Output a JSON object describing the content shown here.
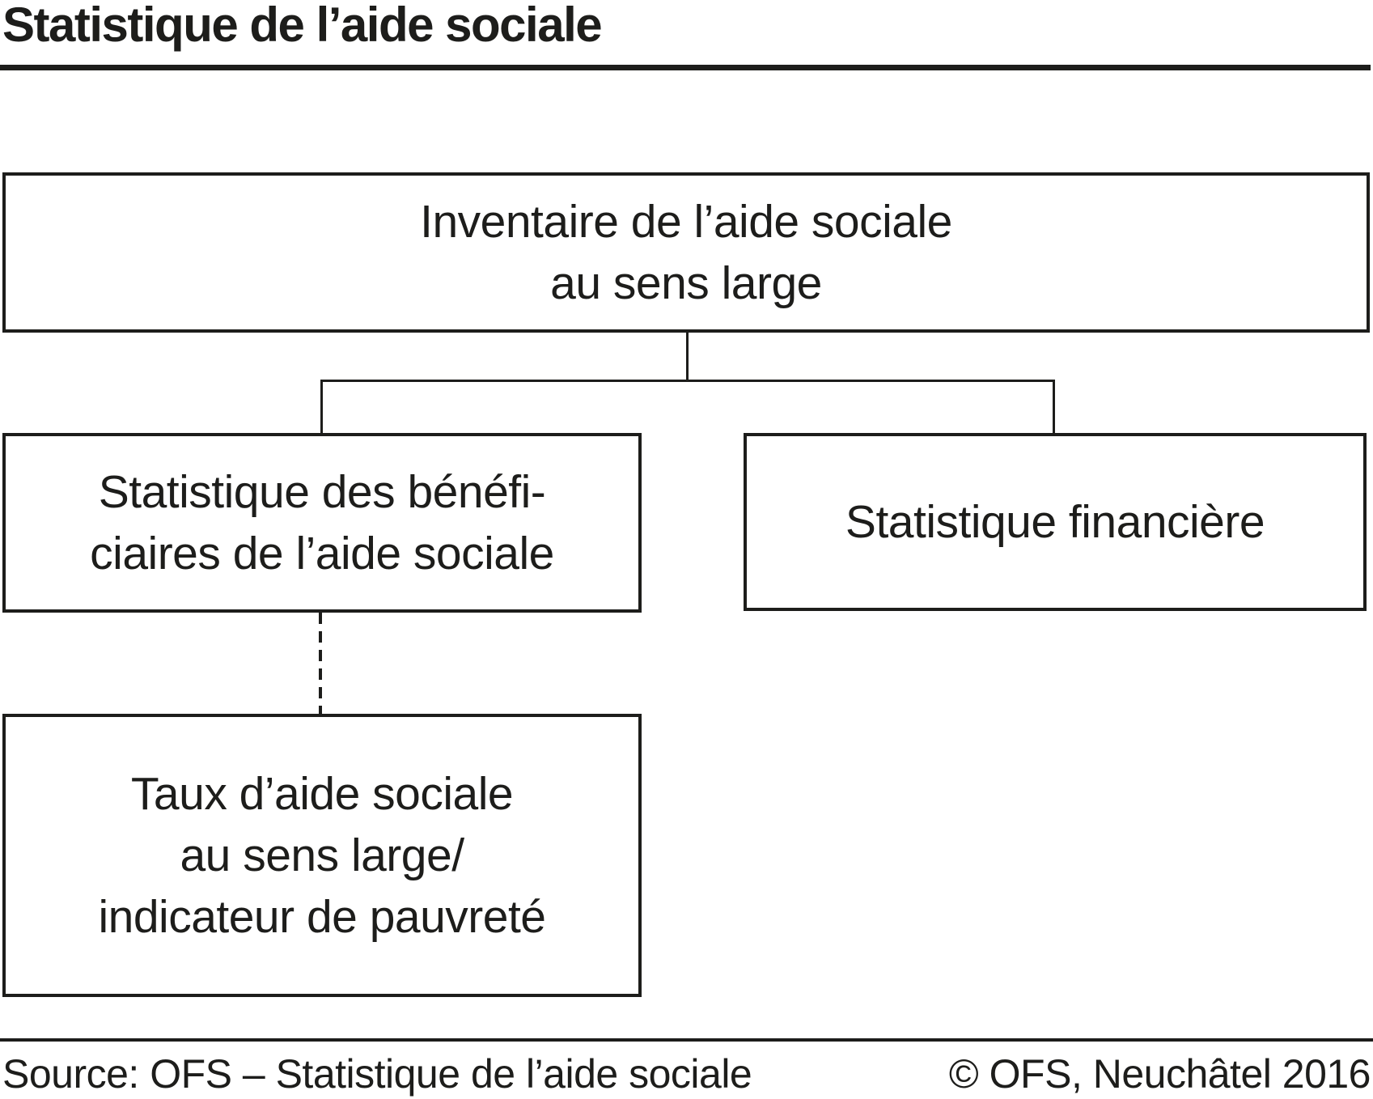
{
  "title": "Statistique de l’aide sociale",
  "colors": {
    "ink": "#1d1d1b",
    "background": "#ffffff"
  },
  "diagram": {
    "nodes": {
      "root": {
        "id": "inventaire-aide-sociale",
        "lines": [
          "Inventaire de l’aide sociale",
          "au sens large"
        ]
      },
      "beneficiaires": {
        "id": "statistique-beneficiaires",
        "lines": [
          "Statistique des bénéfi-",
          "ciaires de l’aide sociale"
        ]
      },
      "financiere": {
        "id": "statistique-financiere",
        "lines": [
          "Statistique financière"
        ]
      },
      "taux": {
        "id": "taux-aide-sociale",
        "lines": [
          "Taux d’aide sociale",
          "au sens large/",
          "indicateur de pauvreté"
        ]
      }
    },
    "edges": [
      {
        "from": "inventaire-aide-sociale",
        "to": "statistique-beneficiaires",
        "style": "solid"
      },
      {
        "from": "inventaire-aide-sociale",
        "to": "statistique-financiere",
        "style": "solid"
      },
      {
        "from": "statistique-beneficiaires",
        "to": "taux-aide-sociale",
        "style": "dashed"
      }
    ]
  },
  "footer": {
    "source": "Source: OFS – Statistique de l’aide sociale",
    "copyright": "© OFS, Neuchâtel 2016"
  }
}
